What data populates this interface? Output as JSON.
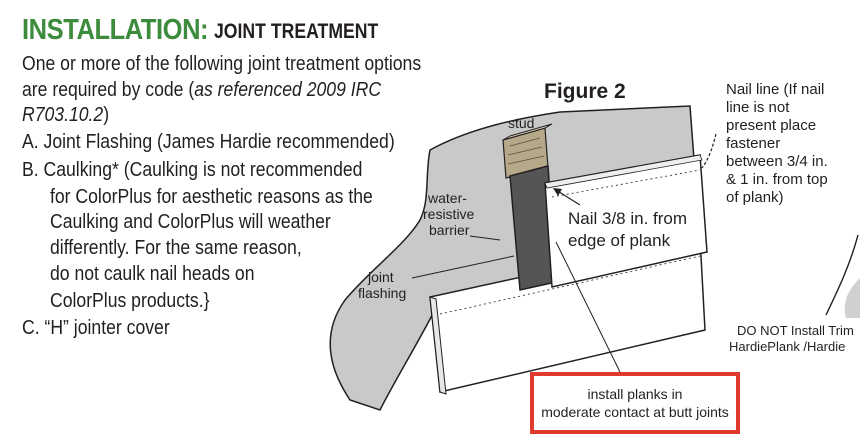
{
  "heading": {
    "main": "INSTALLATION:",
    "sub": "JOINT TREATMENT"
  },
  "intro": {
    "line1": "One or more of the following joint treatment options",
    "line2_prefix": "are required by code (",
    "line2_italic": "as referenced 2009 IRC",
    "line3_italic": "R703.10.2",
    "line3_suffix": ")"
  },
  "options": {
    "a": "A. Joint Flashing (James Hardie recommended)",
    "b1": "B. Caulking* (Caulking is not recommended",
    "b2": "for ColorPlus for aesthetic reasons as the",
    "b3": "Caulking and ColorPlus will weather",
    "b4": "differently. For the same reason,",
    "b5": "do not caulk nail heads on",
    "b6": "ColorPlus products.}",
    "c": "C. “H”  jointer cover"
  },
  "figure": {
    "title": "Figure 2",
    "label_stud": "stud",
    "label_wrb_1": "water-",
    "label_wrb_2": "resistive",
    "label_wrb_3": "barrier",
    "label_flash_1": "joint",
    "label_flash_2": "flashing",
    "label_nail_1": "Nail 3/8 in. from",
    "label_nail_2": "edge of plank",
    "nailline_1": "Nail line (If nail",
    "nailline_2": "line is not",
    "nailline_3": "present place",
    "nailline_4": "fastener",
    "nailline_5": "between 3/4 in.",
    "nailline_6": "& 1 in. from top",
    "nailline_7": "of plank)",
    "donot_1": "DO NOT Install Trim",
    "donot_2": "HardiePlank /Hardie",
    "callout_1": "install planks in",
    "callout_2": "moderate contact at butt joints"
  },
  "colors": {
    "heading_green": "#3d8b3d",
    "callout_red": "#e03a2e"
  }
}
